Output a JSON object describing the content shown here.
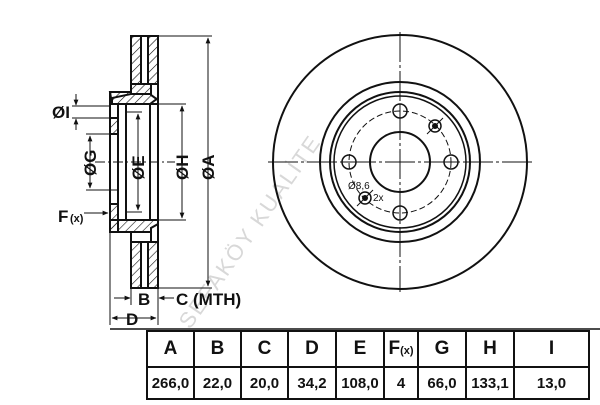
{
  "diagram": {
    "type": "brake-disc-technical-drawing",
    "side_view_labels": {
      "I": "ØI",
      "G": "ØG",
      "E": "ØE",
      "H": "ØH",
      "A": "ØA",
      "F": "F",
      "F_sub": "(x)",
      "B": "B",
      "C": "C (MTH)",
      "D": "D"
    },
    "front_view_labels": {
      "hole_diameter": "Ø8,6",
      "hole_count": "2x"
    },
    "watermark": "SEFAKÖY KUALİTE"
  },
  "spec_table": {
    "headers": [
      {
        "label": "A"
      },
      {
        "label": "B"
      },
      {
        "label": "C"
      },
      {
        "label": "D"
      },
      {
        "label": "E"
      },
      {
        "label": "F",
        "sub": "(x)"
      },
      {
        "label": "G"
      },
      {
        "label": "H"
      },
      {
        "label": "I"
      }
    ],
    "values": [
      "266,0",
      "22,0",
      "20,0",
      "34,2",
      "108,0",
      "4",
      "66,0",
      "133,1",
      "13,0"
    ]
  },
  "colors": {
    "line": "#111111",
    "background": "#ffffff",
    "watermark": "#d8d8d8"
  }
}
